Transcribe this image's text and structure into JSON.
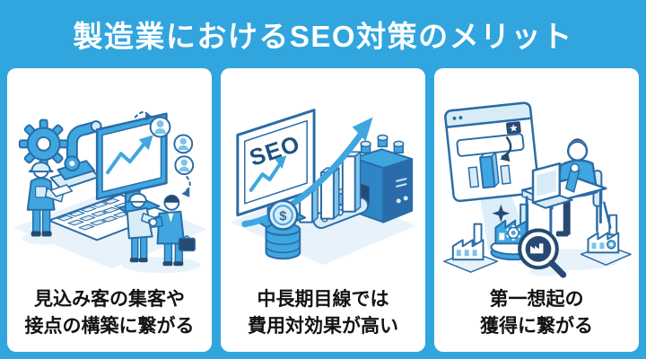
{
  "header": {
    "title": "製造業におけるSEO対策のメリット"
  },
  "cards": [
    {
      "id": "lead-generation",
      "illustration": "robot-arm-monitor-handshake",
      "caption_line1": "見込み客の集客や",
      "caption_line2": "接点の構築に繋がる"
    },
    {
      "id": "cost-effectiveness",
      "illustration": "seo-monitor-growth-factory",
      "monitor_text": "SEO",
      "coin_symbol": "$",
      "caption_line1": "中長期目線では",
      "caption_line2": "費用対効果が高い"
    },
    {
      "id": "first-recall",
      "illustration": "browser-ranking-factory-search",
      "caption_line1": "第一想起の",
      "caption_line2": "獲得に繋がる"
    }
  ],
  "colors": {
    "background_blue": "#31a5de",
    "card_white": "#ffffff",
    "title_white": "#ffffff",
    "caption_black": "#131313",
    "illustration_outline": "#2a6ca6",
    "illustration_mid_blue": "#3fa6e0",
    "illustration_soft_blue": "#7cc4ea",
    "illustration_light_blue": "#d8ecf8",
    "illustration_pale_blue": "#e8f2fa",
    "illustration_navy": "#264a73",
    "machine_front_blue": "#2e86c6",
    "machine_side_blue": "#2a6cab",
    "beam_blue": "#d6ebf8",
    "seo_text_navy": "#1d5181"
  }
}
